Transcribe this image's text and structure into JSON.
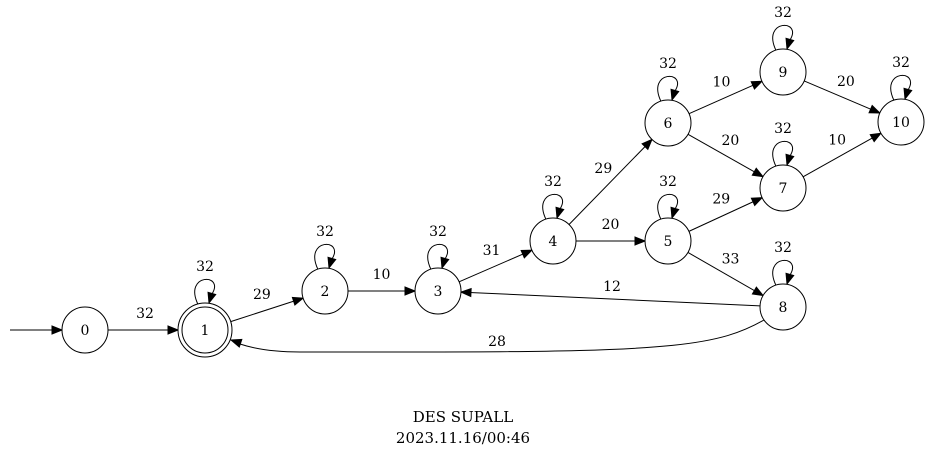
{
  "diagram": {
    "type": "state-machine",
    "caption_title": "DES SUPALL",
    "caption_timestamp": "2023.11.16/00:46",
    "initial_state": "0",
    "marked_states": [
      "1"
    ],
    "states": [
      "0",
      "1",
      "2",
      "3",
      "4",
      "5",
      "6",
      "7",
      "8",
      "9",
      "10"
    ],
    "transitions": [
      {
        "from": "0",
        "to": "1",
        "label": "32"
      },
      {
        "from": "1",
        "to": "1",
        "label": "32"
      },
      {
        "from": "1",
        "to": "2",
        "label": "29"
      },
      {
        "from": "2",
        "to": "2",
        "label": "32"
      },
      {
        "from": "2",
        "to": "3",
        "label": "10"
      },
      {
        "from": "3",
        "to": "3",
        "label": "32"
      },
      {
        "from": "3",
        "to": "4",
        "label": "31"
      },
      {
        "from": "4",
        "to": "4",
        "label": "32"
      },
      {
        "from": "4",
        "to": "5",
        "label": "20"
      },
      {
        "from": "4",
        "to": "6",
        "label": "29"
      },
      {
        "from": "5",
        "to": "5",
        "label": "32"
      },
      {
        "from": "5",
        "to": "7",
        "label": "29"
      },
      {
        "from": "5",
        "to": "8",
        "label": "33"
      },
      {
        "from": "6",
        "to": "6",
        "label": "32"
      },
      {
        "from": "6",
        "to": "9",
        "label": "10"
      },
      {
        "from": "6",
        "to": "7",
        "label": "20"
      },
      {
        "from": "7",
        "to": "7",
        "label": "32"
      },
      {
        "from": "7",
        "to": "10",
        "label": "10"
      },
      {
        "from": "8",
        "to": "8",
        "label": "32"
      },
      {
        "from": "8",
        "to": "3",
        "label": "12"
      },
      {
        "from": "8",
        "to": "1",
        "label": "28"
      },
      {
        "from": "9",
        "to": "9",
        "label": "32"
      },
      {
        "from": "9",
        "to": "10",
        "label": "20"
      },
      {
        "from": "10",
        "to": "10",
        "label": "32"
      }
    ]
  }
}
